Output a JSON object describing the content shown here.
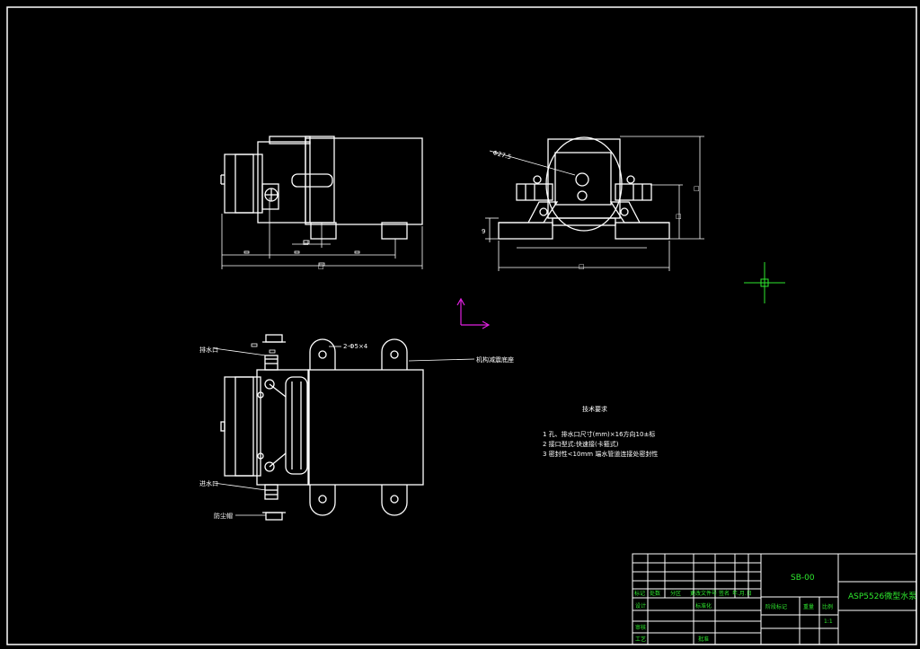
{
  "drawing": {
    "background": "#000000",
    "line_color": "#ffffff",
    "accent_color": "#2ee82e",
    "ucs_color": "#e020e0",
    "cursor_color": "#2ee82e"
  },
  "dimensions": {
    "front_small": "□",
    "front_overall": "□",
    "side_diameter": "Φ27.5",
    "side_height_left": "9",
    "side_height_right_1": "□",
    "side_height_right_2": "□",
    "side_width": "□",
    "top_hole": "2-Φ5×4"
  },
  "callouts": {
    "outlet": "排水口",
    "inlet": "进水口",
    "dust_cap": "防尘帽",
    "mount": "机构减震底座"
  },
  "tech_notes": {
    "title": "技术要求",
    "items": [
      "1  孔、排水口尺寸(mm)×16方向10±标",
      "2  接口型式:快速接(卡箍式)",
      "3  密封性<10mm 端水管道连接处密封性"
    ]
  },
  "title_block": {
    "drawing_no": "SB-00",
    "part_name": "ASP5526微型水泵",
    "revision_headers": [
      "标记",
      "处数",
      "分区",
      "更改文件号",
      "签名",
      "年.月.日"
    ],
    "rows": [
      "设计",
      "审核",
      "工艺"
    ],
    "standardize": "标准化",
    "approve": "批准",
    "stage_mark": "阶段标记",
    "weight": "重量",
    "scale": "比例",
    "scale_value": "1:1"
  }
}
